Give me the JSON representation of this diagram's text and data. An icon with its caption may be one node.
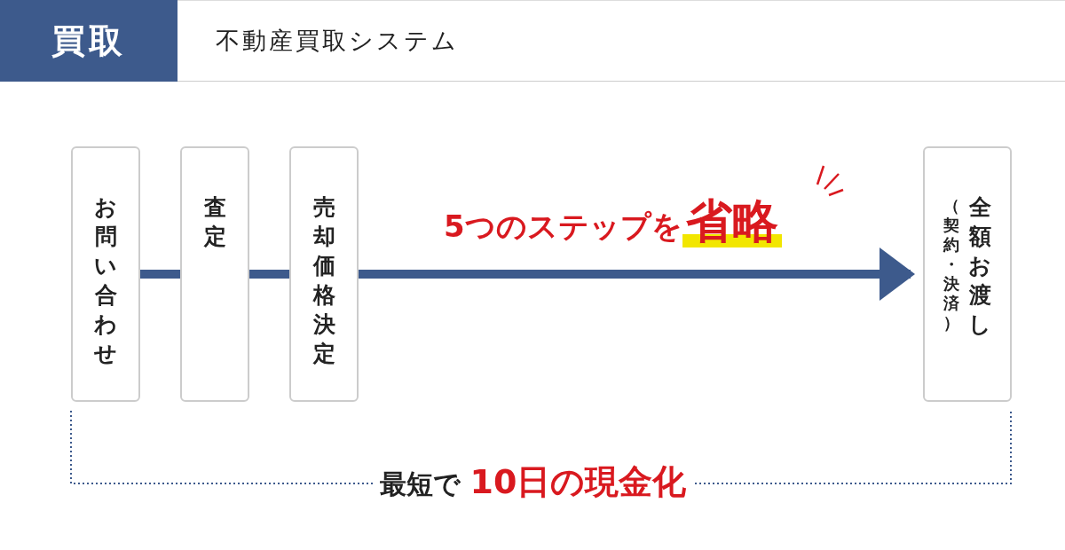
{
  "diagram": {
    "title": "不動産買取システム",
    "nodes": [
      {
        "text": [
          "お問い合わせ"
        ]
      },
      {
        "text": [
          "査定"
        ]
      },
      {
        "text": [
          "売却価格決定"
        ]
      },
      {
        "text": [
          "（契約・決済）",
          "全額お渡し"
        ]
      }
    ],
    "edges": [
      {
        "from": 0,
        "to": 1,
        "arrow": "none"
      },
      {
        "from": 1,
        "to": 2,
        "arrow": "none"
      },
      {
        "from": 2,
        "to": 3,
        "arrow": "to",
        "label": "5つのステップを**省略**"
      }
    ],
    "labels": [
      "買取",
      "最短で **10日の現金化**"
    ]
  }
}
